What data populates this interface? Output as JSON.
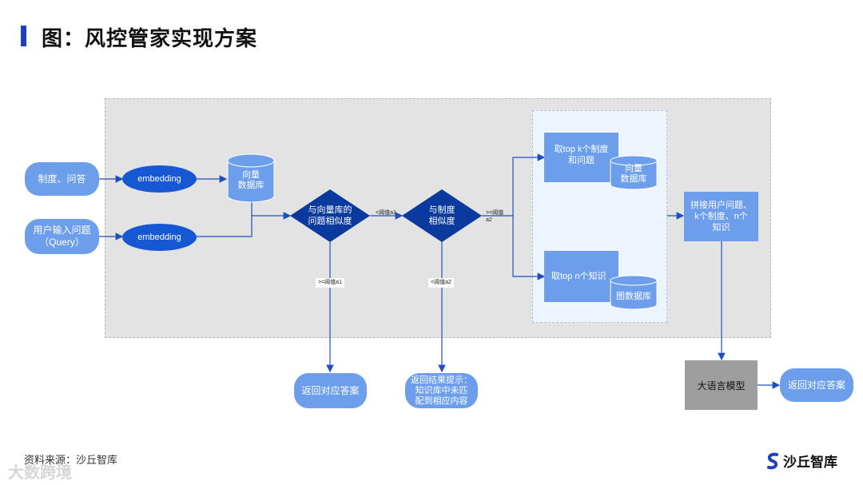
{
  "title": "图：风控管家实现方案",
  "nodes": {
    "policy_qa": "制度、问答",
    "user_query": "用户输入问题\n（Query）",
    "embedding_1": "embedding",
    "embedding_2": "embedding",
    "vector_db": "向量\n数据库",
    "similarity_vector": "与向量库的\n问题相似度",
    "similarity_policy": "与制度\n相似度",
    "top_k": "取top k个制度\n和问题",
    "top_k_db": "向量\n数据库",
    "top_n": "取top n个知识",
    "graph_db": "图数据库",
    "concat": "拼接用户问题、\nk个制度、n个\n知识",
    "llm": "大语言模型",
    "return_answer_1": "返回对应答案",
    "return_hint": "返回结果提示：\n知识库中未匹\n配到相应内容",
    "return_answer_2": "返回对应答案"
  },
  "labels": {
    "lt_a1": "<阈值a1",
    "gte_a1": ">=阈值a1",
    "lt_a2": "<阈值a2",
    "gte_a2_line1": ">=阈值",
    "gte_a2_line2": "a2"
  },
  "footer": {
    "source": "资料来源：沙丘智库",
    "watermark": "大数跨境",
    "brand": "沙丘智库"
  },
  "colors": {
    "accent": "#1f3fbf",
    "node_light": "#6d9eeb",
    "node_dark": "#1657d4",
    "diamond": "#0b3a9e",
    "arrow": "#1f4fbf"
  }
}
